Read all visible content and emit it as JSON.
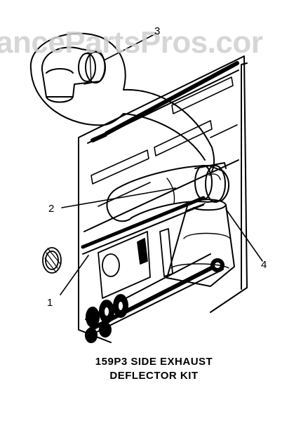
{
  "watermark": {
    "text": "ancePartsPros.cor"
  },
  "callouts": {
    "one": "1",
    "two": "2",
    "three": "3",
    "four": "4"
  },
  "caption": {
    "line1": "159P3 SIDE EXHAUST",
    "line2": "DEFLECTOR KIT"
  },
  "colors": {
    "ink": "#000000",
    "paper": "#ffffff",
    "watermark": "#cfcfcf"
  }
}
